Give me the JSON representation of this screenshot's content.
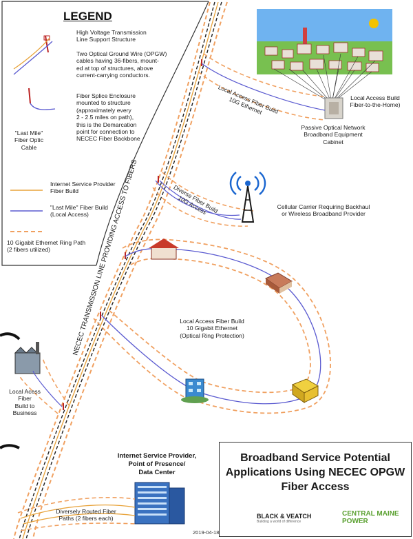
{
  "legend": {
    "title": "LEGEND",
    "items": [
      "High Voltage Transmission\nLine Support Structure",
      "Two Optical Ground Wire (OPGW)\ncables having 36-fibers, mount-\ned at top of structures, above\ncurrent-carrying conductors.",
      "Fiber Splice Enclosure\nmounted to structure\n(approximately every\n2 - 2.5 miles on path),\nthis is the Demarcation\npoint for connection to\nNECEC Fiber Backbone",
      "Internet Service Provider\nFiber Build",
      "\"Last Mile\" Fiber Build\n(Local Access)",
      "10 Gigabit Ethernet Ring Path\n(2 fibers utilized)"
    ],
    "last_mile_label": "\"Last Mile\"\nFiber Optic\nCable"
  },
  "diagram": {
    "transmission_line_label": "NECEC TRANSMISSION LINE PROVIDING ACCESS TO FIBERS",
    "labels": {
      "local_access_10g": "Local Access Fiber Build\n10G Ethernet",
      "local_access_ftth": "Local Access Build\nFiber-to-the-Home)",
      "pon_cabinet": "Passive Optical Network\nBroadband Equipment\nCabinet",
      "diverse_fiber": "Diverse Fiber Build\n10G Access",
      "cellular": "Cellular Carrier Requiring Backhaul\nor Wireless Broadband Provider",
      "ring_build": "Local Access Fiber Build\n10 Gigabit Ethernet\n(Optical Ring Protection)",
      "business": "Local Acess\nFiber\nBuild to\nBusiness",
      "isp_pop": "Internet Service Provider,\nPoint of Presence/\nData Center",
      "diversely_routed": "Diversely Routed Fiber\nPaths (2 fibers each)"
    }
  },
  "title_block": {
    "title": "Broadband Service Potential\nApplications Using NECEC OPGW\nFiber Access",
    "logo_bv": "BLACK & VEATCH",
    "logo_bv_tagline": "Building a world of difference",
    "logo_cmp": "CENTRAL MAINE\nPOWER"
  },
  "date": "2019-04-18",
  "colors": {
    "isp_fiber": "#e8a33a",
    "last_mile": "#5a5ad0",
    "ring_dash": "#f0a060",
    "tower_line": "#222222"
  }
}
